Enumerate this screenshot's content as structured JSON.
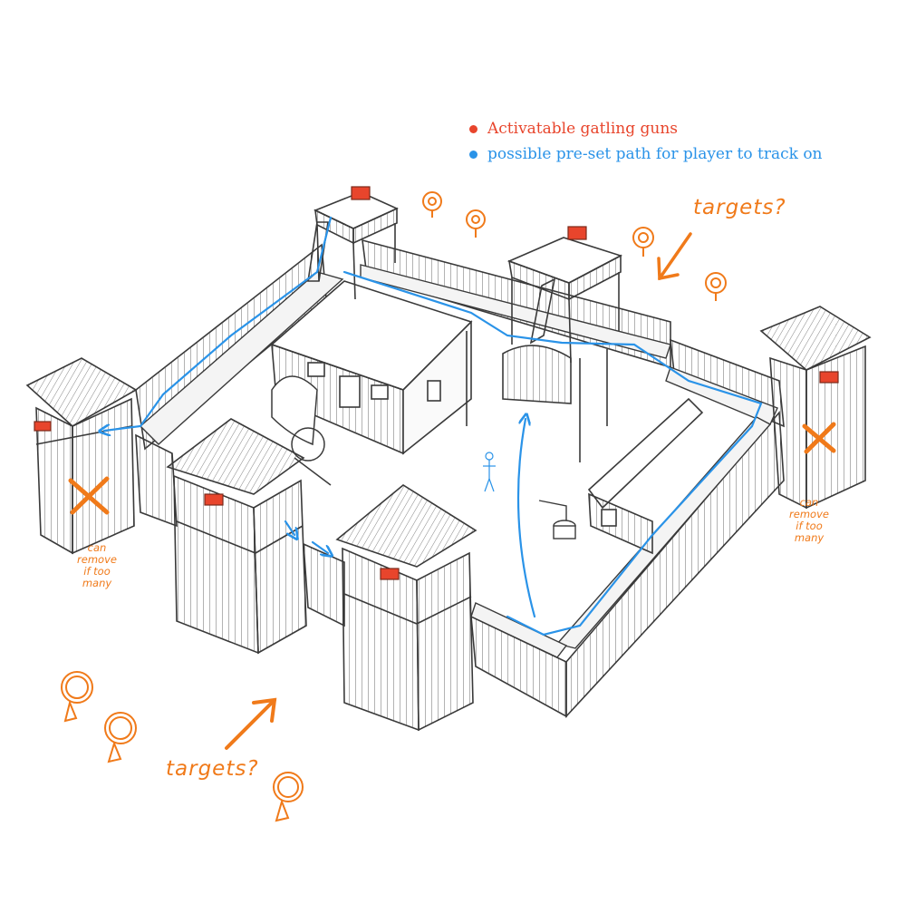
{
  "colors": {
    "sketch": "#3a3a3a",
    "gatling": "#e8452c",
    "path": "#2a93e8",
    "note": "#f07a1a"
  },
  "legend": {
    "items": [
      {
        "label": "Activatable gatling guns",
        "color": "#e8452c"
      },
      {
        "label": "possible pre-set path for player to track on",
        "color": "#2a93e8"
      }
    ]
  },
  "annotations": {
    "targets_top": "targets?",
    "targets_bottom": "targets?",
    "remove_left": [
      "can",
      "remove",
      "if too",
      "many"
    ],
    "remove_right": [
      "can",
      "remove",
      "if too",
      "many"
    ]
  },
  "icons": {
    "target": "target-icon",
    "remove_mark": "x-mark-icon",
    "arrow": "arrow-icon",
    "gatling": "gatling-gun-icon",
    "player": "player-figure-icon"
  }
}
